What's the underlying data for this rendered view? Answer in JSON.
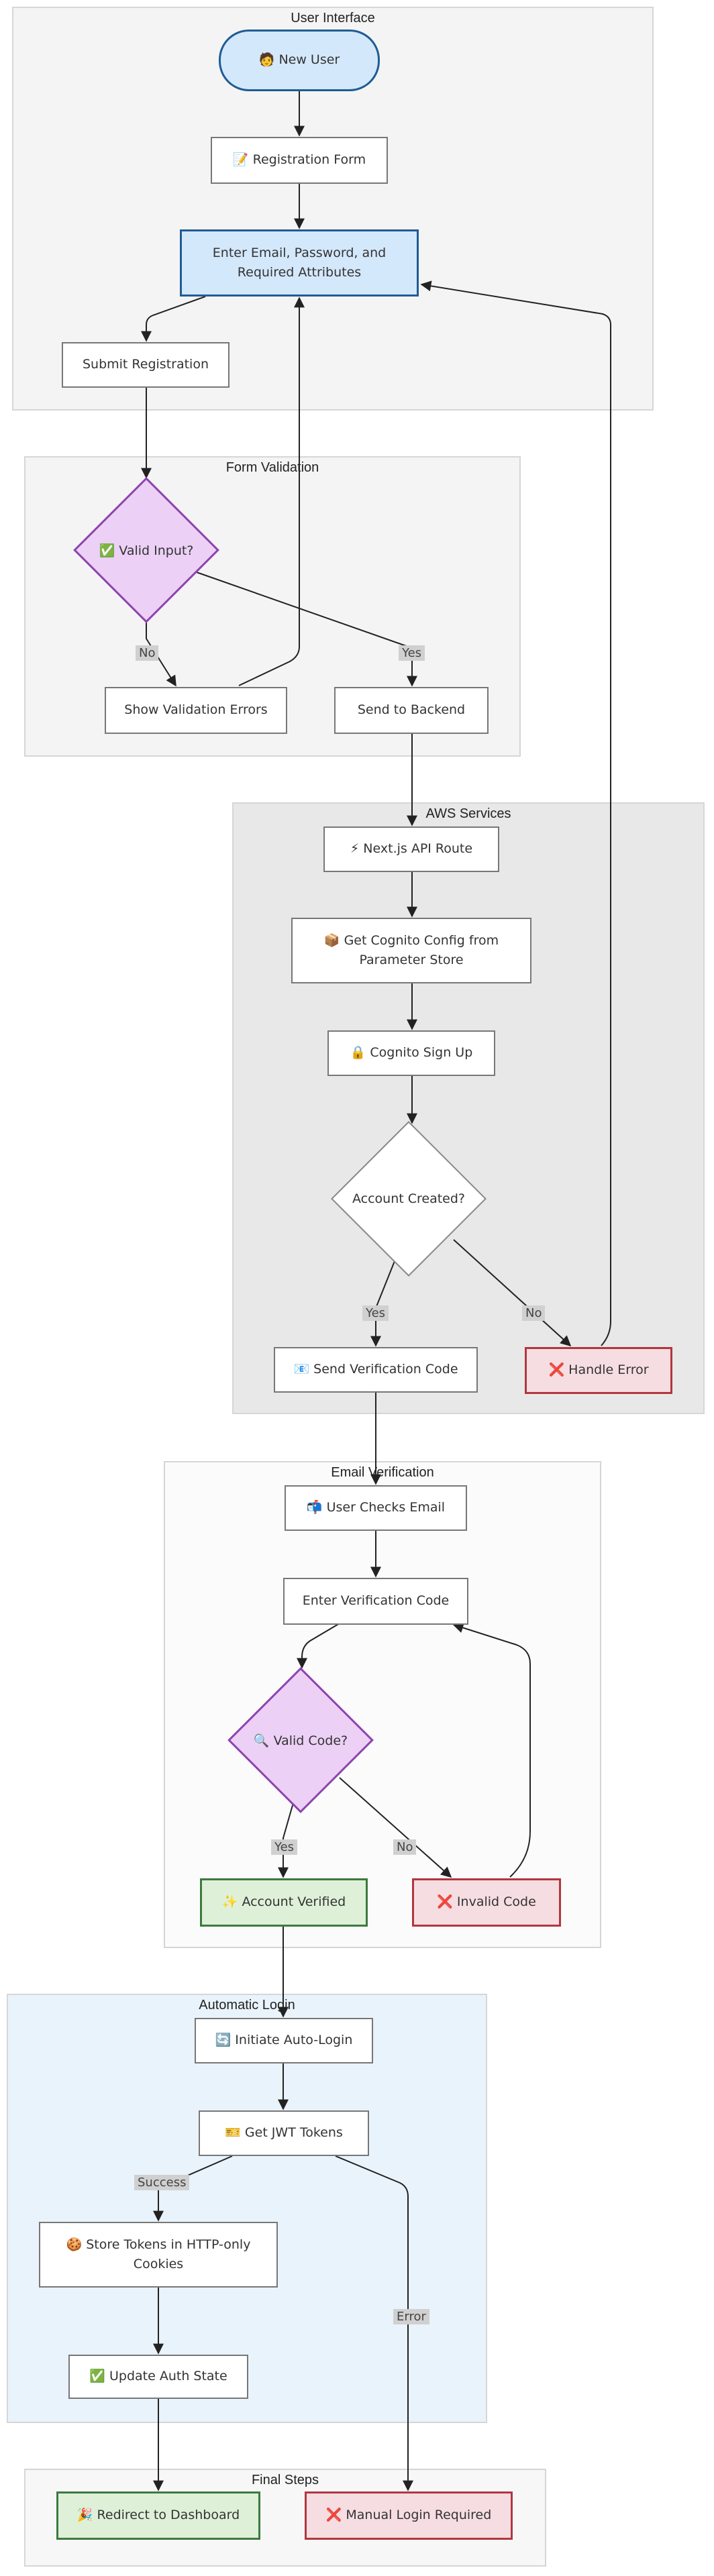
{
  "clusters": {
    "ui": "User Interface",
    "validation": "Form Validation",
    "aws": "AWS Services",
    "email": "Email Verification",
    "login": "Automatic Login",
    "final": "Final Steps"
  },
  "nodes": {
    "new_user": "🧑 New User",
    "registration_form": "📝 Registration Form",
    "enter_details": "Enter Email, Password, and Required Attributes",
    "submit": "Submit Registration",
    "valid_input": "✅ Valid Input?",
    "show_errors": "Show Validation Errors",
    "send_backend": "Send to Backend",
    "api_route": "⚡ Next.js API Route",
    "get_config": "📦 Get Cognito Config from Parameter Store",
    "cognito_signup": "🔒 Cognito Sign Up",
    "account_created": "Account Created?",
    "send_code": "📧 Send Verification Code",
    "handle_error": "❌ Handle Error",
    "checks_email": "📬 User Checks Email",
    "enter_code": "Enter Verification Code",
    "valid_code": "🔍 Valid Code?",
    "account_verified": "✨ Account Verified",
    "invalid_code": "❌ Invalid Code",
    "auto_login": "🔄 Initiate Auto-Login",
    "jwt_tokens": "🎫 Get JWT Tokens",
    "store_tokens": "🍪 Store Tokens in HTTP-only Cookies",
    "update_auth": "✅ Update Auth State",
    "redirect": "🎉 Redirect to Dashboard",
    "manual_login": "❌ Manual Login Required"
  },
  "edge_labels": {
    "no": "No",
    "yes": "Yes",
    "success": "Success",
    "error": "Error"
  },
  "colors": {
    "blue_fill": "#d4e8fb",
    "blue_stroke": "#1f5c94",
    "purple_fill": "#ecd0f6",
    "purple_stroke": "#8e44ad",
    "red_fill": "#f6dde1",
    "red_stroke": "#b1373f",
    "green_fill": "#dff0d8",
    "green_stroke": "#3c7a3e"
  }
}
